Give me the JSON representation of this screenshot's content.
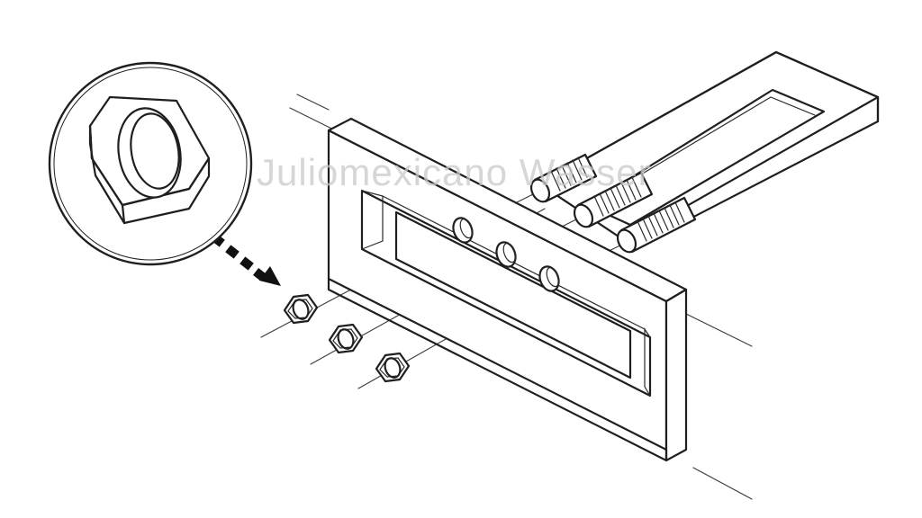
{
  "diagram": {
    "type": "exploded-assembly-illustration",
    "parts": [
      {
        "name": "u-bolt",
        "threaded_ends": 3
      },
      {
        "name": "bracket-plate",
        "holes": 3
      },
      {
        "name": "hex-nut",
        "count": 3
      }
    ],
    "callout": {
      "detail": "hex-nut",
      "arrow_style": "dashed-block"
    }
  },
  "watermark": {
    "text": "Juliomexicano Wasser",
    "color": "#c9c9c9"
  },
  "colors": {
    "line": "#1f1f1f",
    "background": "#ffffff"
  }
}
